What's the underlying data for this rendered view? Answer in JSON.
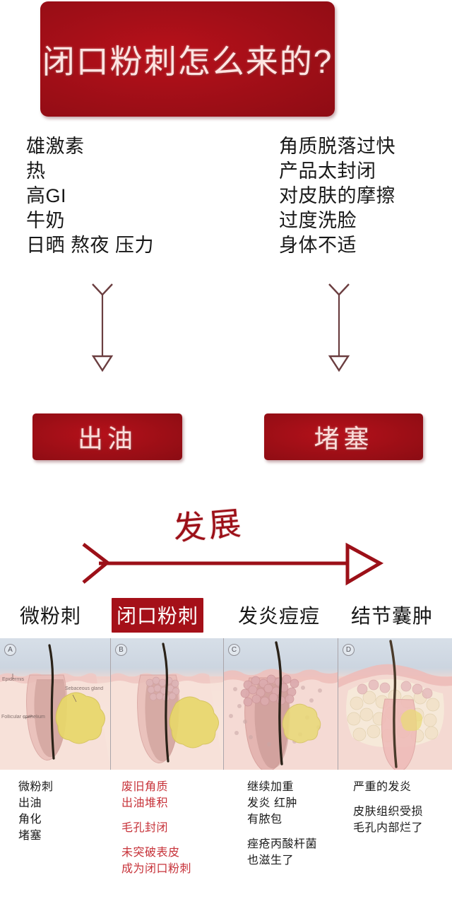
{
  "title": {
    "text": "闭口粉刺怎么来的?",
    "background_color": "#a50f18",
    "text_color": "#fde4e2"
  },
  "causes": {
    "left_column": [
      "雄激素",
      "热",
      "高GI",
      "牛奶",
      "日晒 熬夜 压力"
    ],
    "right_column": [
      "角质脱落过快",
      "产品太封闭",
      "对皮肤的摩擦",
      "过度洗脸",
      "身体不适"
    ]
  },
  "results": {
    "left_label": "出油",
    "right_label": "堵塞",
    "box_color": "#a20f17",
    "text_color": "#fbdedb"
  },
  "progression": {
    "arrow_label": "发展",
    "arrow_color": "#9c1018",
    "stages": [
      {
        "label": "微粉刺",
        "highlighted": false
      },
      {
        "label": "闭口粉刺",
        "highlighted": true
      },
      {
        "label": "发炎痘痘",
        "highlighted": false
      },
      {
        "label": "结节囊肿",
        "highlighted": false
      }
    ],
    "highlight_color": "#a51019"
  },
  "illustration": {
    "panels": [
      {
        "tag": "A",
        "anat_labels": [
          "Epidermis",
          "Follicular epithelium",
          "Sebaceous gland"
        ]
      },
      {
        "tag": "B",
        "anat_labels": []
      },
      {
        "tag": "C",
        "anat_labels": []
      },
      {
        "tag": "D",
        "anat_labels": []
      }
    ]
  },
  "captions": {
    "columns": [
      {
        "color": "#1a1a1a",
        "lines": [
          "微粉刺",
          "出油",
          "角化",
          "堵塞"
        ]
      },
      {
        "color": "#c7333a",
        "lines": [
          "废旧角质",
          "出油堆积",
          "",
          "毛孔封闭",
          "",
          "未突破表皮",
          "成为闭口粉刺"
        ]
      },
      {
        "color": "#1a1a1a",
        "lines": [
          "继续加重",
          "发炎 红肿",
          "有脓包",
          "",
          "痤疮丙酸杆菌",
          "也滋生了"
        ]
      },
      {
        "color": "#1a1a1a",
        "lines": [
          "严重的发炎",
          "",
          "皮肤组织受损",
          "毛孔内部烂了"
        ]
      }
    ]
  }
}
